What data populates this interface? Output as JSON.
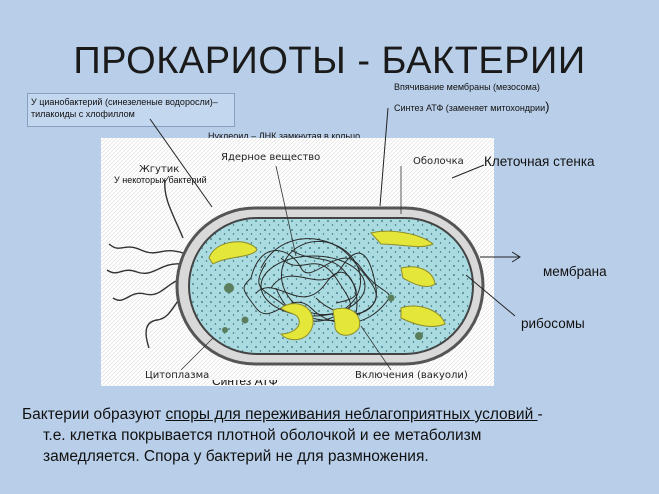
{
  "slide": {
    "title": "ПРОКАРИОТЫ - БАКТЕРИИ",
    "annotations": {
      "cyanobacteria_line1": "У цианобактерий  (синезеленые водоросли)–",
      "cyanobacteria_line2": "тилакоиды с хлофиллом",
      "mesosoma": "Впячивание мембраны (мезосома)",
      "atp_synthesis": "Синтез АТФ (заменяет митохондрии",
      "atp_paren": ")",
      "nucleoid": "Нуклеоид – ДНК замкнутая в кольцо",
      "some_bacteria": "У некоторых бактерий",
      "cell_wall": "Клеточная стенка",
      "membrane": "мембрана",
      "ribosomes": "рибосомы",
      "atp_synthesis_cut": "Синтез АТФ"
    },
    "figure_labels": {
      "flagellum": "Жгутик",
      "nuclear_substance": "Ядерное вещество",
      "shell": "Оболочка",
      "cytoplasm": "Цитоплазма",
      "inclusions": "Включения (вакуоли)"
    },
    "bottom": {
      "line1_pre": "Бактерии образуют ",
      "line1_underlined": "споры для переживания неблагоприятных условий ",
      "line1_post": "-",
      "line2": "т.е. клетка покрывается плотной оболочкой и ее метаболизм",
      "line3": "замедляется. Спора у бактерий не для размножения."
    },
    "colors": {
      "background": "#b9cfe9",
      "cytoplasm": "#a9dbe0",
      "inclusions": "#e4e63a",
      "wall": "#6d6d6d"
    }
  }
}
